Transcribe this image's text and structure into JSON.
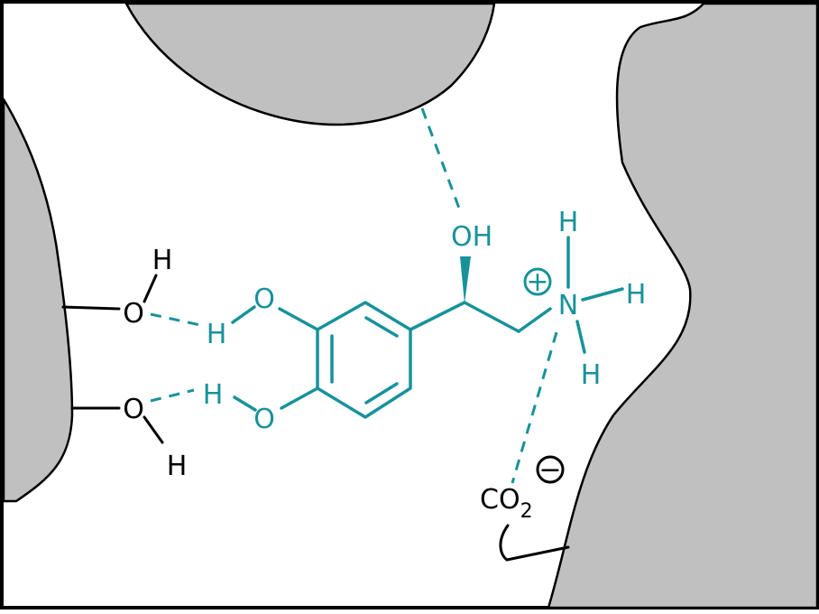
{
  "colors": {
    "molecule": "#17929a",
    "receptor": "#c0c0c0",
    "outline": "#000000",
    "background": "#ffffff"
  },
  "labels": {
    "hydroxyl_side": "OH",
    "ammonium_n": "N",
    "ammonium_h_top": "H",
    "ammonium_h_right": "H",
    "ammonium_h_bottom": "H",
    "plus_charge": "+",
    "catechol_o_upper": "O",
    "catechol_h_upper": "H",
    "catechol_o_lower": "O",
    "catechol_h_lower": "H",
    "serine_o_upper": "O",
    "serine_h_upper": "H",
    "serine_o_lower": "O",
    "serine_h_lower": "H",
    "carboxylate_c": "CO",
    "carboxylate_sub": "2",
    "minus_charge": "−"
  }
}
